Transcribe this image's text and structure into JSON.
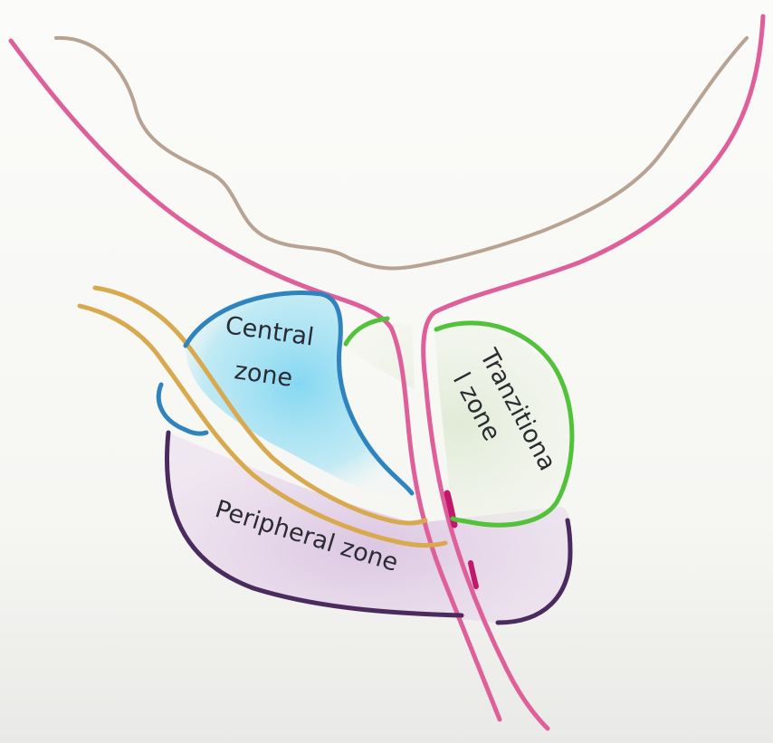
{
  "labels": {
    "central_line1": "Central",
    "central_line2": "zone",
    "transitional_line1": "Tranzitiona",
    "transitional_line2": "l zone",
    "peripheral": "Peripheral zone"
  },
  "colors": {
    "urethra": "#df5f9a",
    "bladder_mucosa": "#b8a292",
    "central_zone": "#2f84bf",
    "central_fill": "#7fd6f2",
    "transitional_zone": "#52c23a",
    "peripheral_zone": "#4b2a5e",
    "peripheral_fill": "#d8bfe0",
    "ejaculatory_duct": "#d8a94e"
  }
}
